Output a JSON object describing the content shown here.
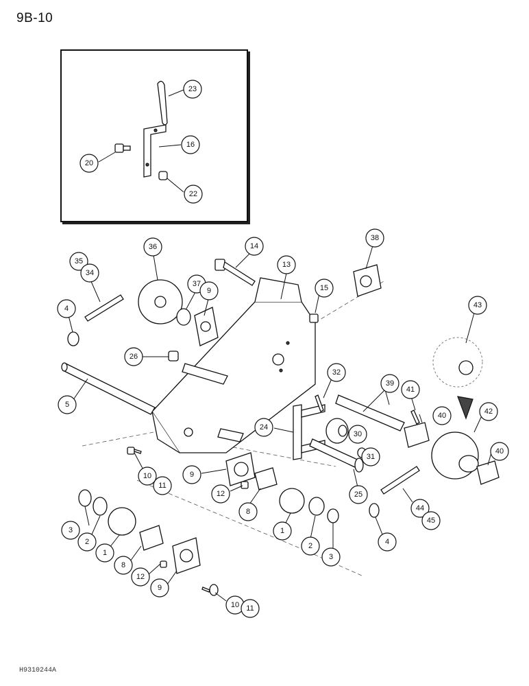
{
  "page_number": "9B-10",
  "figure_code": "H9310244A",
  "inset": {
    "callouts": [
      "23",
      "16",
      "20",
      "22"
    ]
  },
  "callouts": [
    "36",
    "14",
    "13",
    "38",
    "35",
    "34",
    "37",
    "9",
    "15",
    "43",
    "4",
    "26",
    "32",
    "39",
    "41",
    "40",
    "42",
    "5",
    "24",
    "30",
    "40",
    "31",
    "10",
    "11",
    "9",
    "12",
    "8",
    "25",
    "3",
    "2",
    "1",
    "1",
    "2",
    "3",
    "4",
    "44",
    "45",
    "8",
    "12",
    "9",
    "10",
    "11"
  ],
  "colors": {
    "ink": "#111111",
    "paper": "#ffffff"
  }
}
